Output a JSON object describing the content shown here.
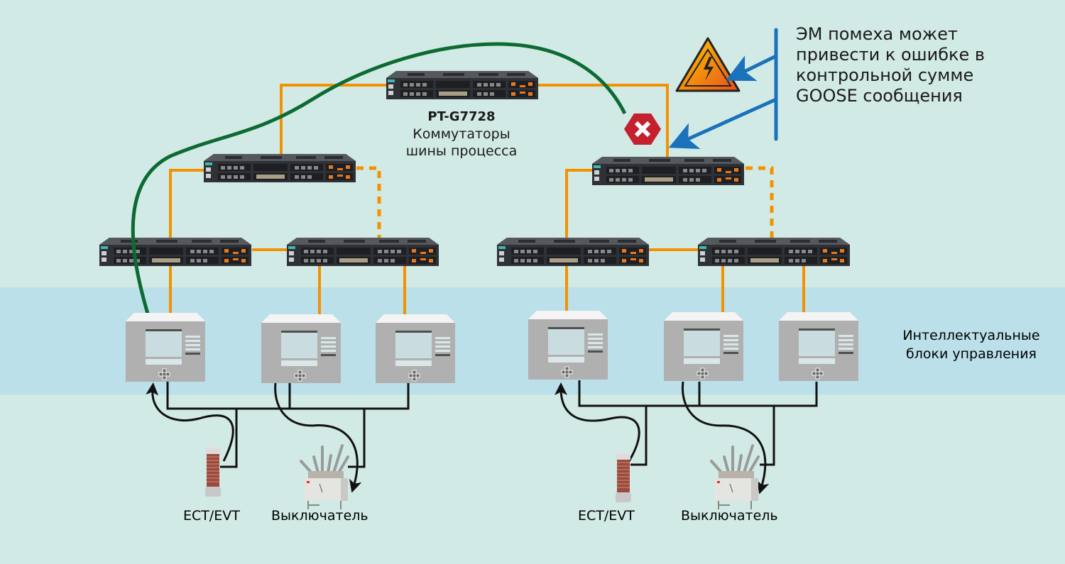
{
  "diagram": {
    "background_color": "#d2eae5",
    "ied_band_color": "#bbe0ea",
    "colors": {
      "ring_link": "#f39200",
      "goose_link": "#0c6b32",
      "em_arrow": "#1a72bb",
      "field_wire": "#111111",
      "switch_body": "#3a3d41",
      "ied_body": "#b0b0b0",
      "stop_sign": "#c5202e"
    },
    "switch_caption": {
      "model": "PT-G7728",
      "line1": "Коммутаторы",
      "line2": "шины процесса"
    },
    "warning": {
      "line1": "ЭМ помеха может",
      "line2": "привести к ошибке в",
      "line3": "контрольной сумме",
      "line4": "GOOSE сообщения",
      "icon": "high-voltage-warning-icon"
    },
    "ied_label": {
      "line1": "Интеллектуальные",
      "line2": "блоки управления"
    },
    "field_devices": {
      "left": {
        "sensor_label": "ECT/EVT",
        "breaker_label": "Выключатель"
      },
      "right": {
        "sensor_label": "ECT/EVT",
        "breaker_label": "Выключатель"
      }
    },
    "switches": [
      {
        "id": "core",
        "name": "PT-G7728"
      },
      {
        "id": "left-aggregation",
        "name": "PT-G7728"
      },
      {
        "id": "right-aggregation",
        "name": "PT-G7728"
      },
      {
        "id": "left-access-1",
        "name": "PT-G7728"
      },
      {
        "id": "left-access-2",
        "name": "PT-G7728"
      },
      {
        "id": "right-access-1",
        "name": "PT-G7728"
      },
      {
        "id": "right-access-2",
        "name": "PT-G7728"
      }
    ],
    "ieds": [
      {
        "id": "ied-1"
      },
      {
        "id": "ied-2"
      },
      {
        "id": "ied-3"
      },
      {
        "id": "ied-4"
      },
      {
        "id": "ied-5"
      },
      {
        "id": "ied-6"
      }
    ],
    "fault_marker": "stop-x-icon"
  }
}
